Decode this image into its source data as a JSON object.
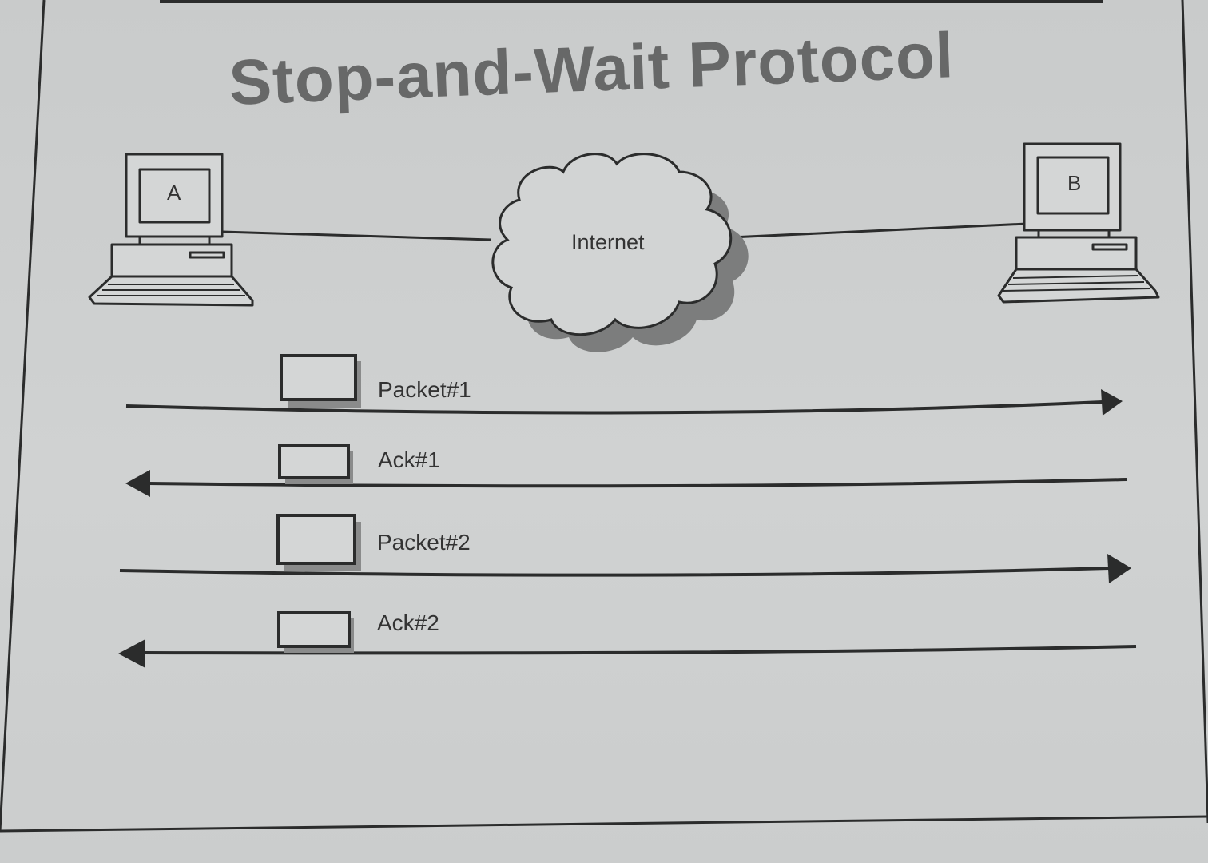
{
  "title": "Stop-and-Wait Protocol",
  "hosts": [
    {
      "label": "A"
    },
    {
      "label": "B"
    }
  ],
  "network": {
    "label": "Internet"
  },
  "messages": [
    {
      "label": "Packet#1",
      "direction": "A-to-B"
    },
    {
      "label": "Ack#1",
      "direction": "B-to-A"
    },
    {
      "label": "Packet#2",
      "direction": "A-to-B"
    },
    {
      "label": "Ack#2",
      "direction": "B-to-A"
    }
  ],
  "colors": {
    "ink": "#2b2c2c",
    "paper": "#cfd1d1",
    "title": "#676868",
    "shadow": "#8a8b8b"
  }
}
